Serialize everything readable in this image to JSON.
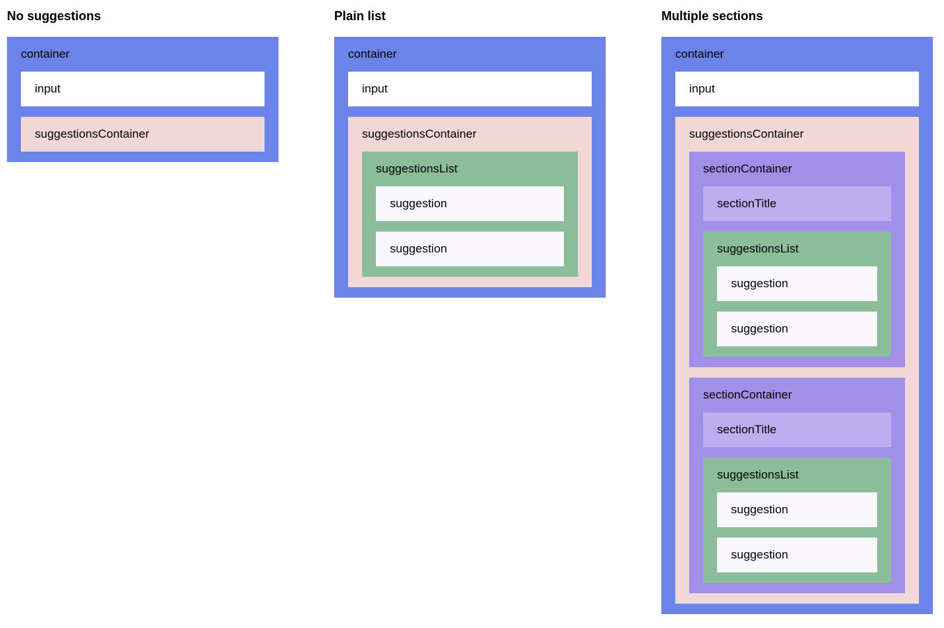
{
  "columns": [
    {
      "title": "No suggestions"
    },
    {
      "title": "Plain list"
    },
    {
      "title": "Multiple sections"
    }
  ],
  "box_labels": {
    "container": "container",
    "input": "input",
    "suggestions_container": "suggestionsContainer",
    "suggestions_list": "suggestionsList",
    "suggestion": "suggestion",
    "section_container": "sectionContainer",
    "section_title": "sectionTitle"
  },
  "colors": {
    "container": "#6c83e9",
    "input": "#ffffff",
    "suggestions_container": "#f2d7d7",
    "suggestions_list": "#8cbd9a",
    "suggestion": "#faf8fe",
    "section_container": "#a18fe9",
    "section_title": "#bcaeef",
    "text": "#000000",
    "page_background": "#ffffff"
  }
}
